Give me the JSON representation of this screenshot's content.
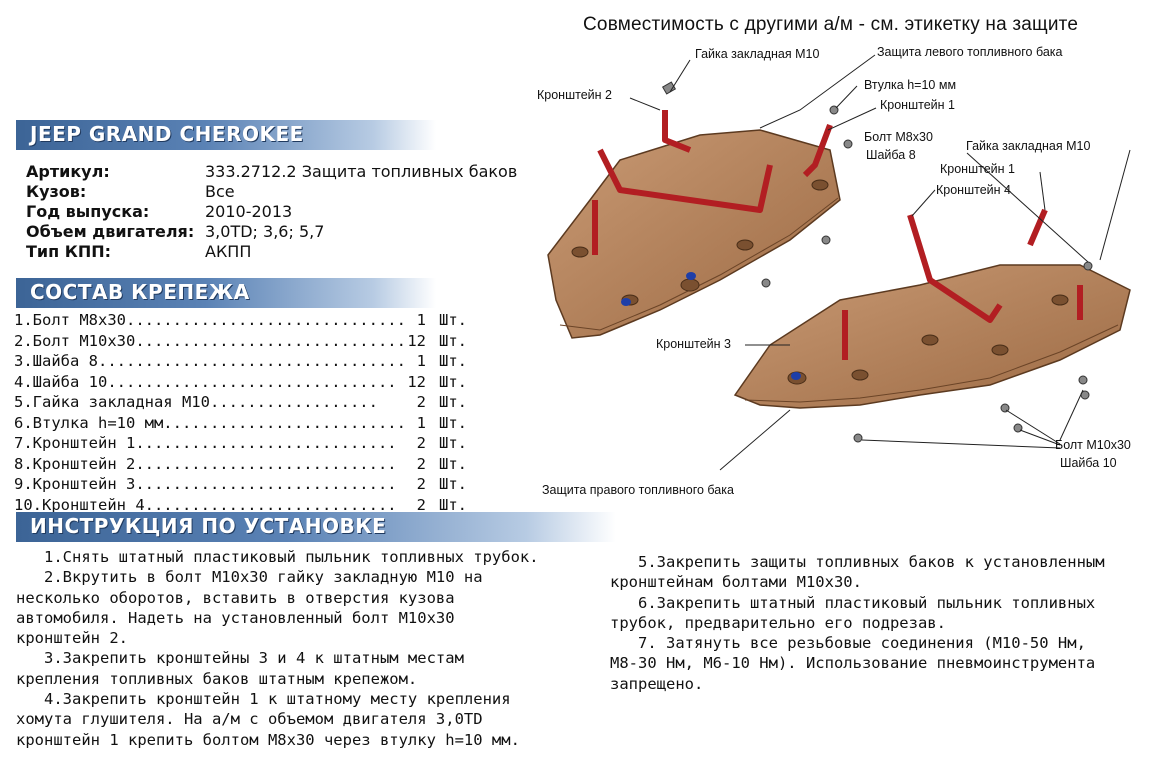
{
  "compatibility_note": "Совместимость с другими а/м - см. этикетку на защите",
  "car_model": "JEEP GRAND CHEROKEE",
  "specs": [
    {
      "key": "Артикул:",
      "value": "333.2712.2 Защита топливных баков"
    },
    {
      "key": "Кузов:",
      "value": "Все"
    },
    {
      "key": "Год выпуска:",
      "value": "2010-2013"
    },
    {
      "key": "Объем двигателя:",
      "value": "3,0TD; 3,6; 5,7"
    },
    {
      "key": "Тип КПП:",
      "value": "АКПП"
    }
  ],
  "fasteners_title": "СОСТАВ КРЕПЕЖА",
  "fasteners": [
    {
      "name": "1.Болт М8х30..............................",
      "qty": "1",
      "unit": "Шт."
    },
    {
      "name": "2.Болт М10х30.............................",
      "qty": "12",
      "unit": "Шт."
    },
    {
      "name": "3.Шайба 8.................................",
      "qty": "1",
      "unit": "Шт."
    },
    {
      "name": "4.Шайба 10...............................",
      "qty": "12",
      "unit": "Шт."
    },
    {
      "name": "5.Гайка закладная М10..................",
      "qty": "2",
      "unit": "Шт."
    },
    {
      "name": "6.Втулка h=10 мм..........................",
      "qty": "1",
      "unit": "Шт."
    },
    {
      "name": "7.Кронштейн 1............................",
      "qty": "2",
      "unit": "Шт."
    },
    {
      "name": "8.Кронштейн 2............................",
      "qty": "2",
      "unit": "Шт."
    },
    {
      "name": "9.Кронштейн 3............................",
      "qty": "2",
      "unit": "Шт."
    },
    {
      "name": "10.Кронштейн 4...........................",
      "qty": "2",
      "unit": "Шт."
    }
  ],
  "instructions_title": "ИНСТРУКЦИЯ ПО УСТАНОВКЕ",
  "instructions_left": [
    "   1.Снять штатный пластиковый пыльник топливных трубок.",
    "   2.Вкрутить в болт М10х30 гайку закладную М10 на",
    "несколько оборотов, вставить в отверстия кузова",
    "автомобиля. Надеть на установленный болт М10х30",
    "кронштейн 2.",
    "   3.Закрепить кронштейны 3 и 4 к штатным местам",
    "крепления топливных баков штатным крепежом.",
    "   4.Закрепить кронштейн 1 к штатному месту крепления",
    "хомута глушителя. На а/м с объемом двигателя 3,0TD",
    "кронштейн 1 крепить болтом М8х30 через втулку h=10 мм."
  ],
  "instructions_right": [
    "   5.Закрепить защиты топливных баков к установленным",
    "кронштейнам болтами М10х30.",
    "   6.Закрепить штатный пластиковый пыльник топливных",
    "трубок, предварительно его подрезав.",
    "   7. Затянуть все резьбовые соединения (М10-50 Нм,",
    "М8-30 Нм, М6-10 Нм). Использование пневмоинструмента",
    "запрещено."
  ],
  "diagram_labels": {
    "nut_m10_top": "Гайка закладная М10",
    "left_tank_guard": "Защита левого топливного бака",
    "bracket_2": "Кронштейн 2",
    "bushing": "Втулка h=10 мм",
    "bracket_1_top": "Кронштейн 1",
    "bolt_m8": "Болт М8х30",
    "washer_8": "Шайба 8",
    "nut_m10_right": "Гайка закладная М10",
    "bracket_1_right": "Кронштейн 1",
    "bracket_4": "Кронштейн 4",
    "bracket_3": "Кронштейн 3",
    "bolt_m10": "Болт М10х30",
    "washer_10": "Шайба 10",
    "right_tank_guard": "Защита правого топливного бака"
  },
  "colors": {
    "header_bar": "#3c6496",
    "plate": "#b8845e",
    "bracket": "#b21e22"
  }
}
